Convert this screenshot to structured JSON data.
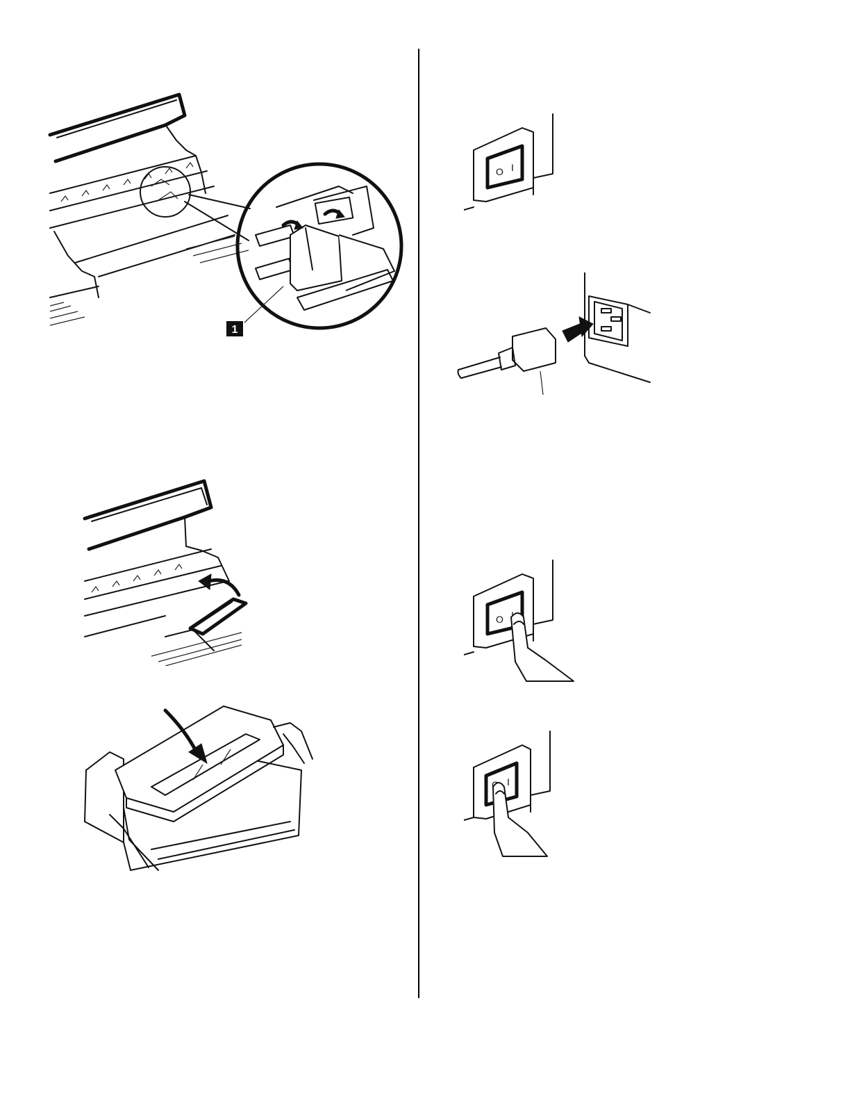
{
  "figures": {
    "ribbon_install": {
      "callout": "1"
    },
    "switch_off": {
      "off_symbol": "O",
      "on_symbol": "I"
    },
    "power_cord": {},
    "ribbon_seat": {},
    "cover_close": {},
    "switch_press_on": {
      "off_symbol": "O",
      "on_symbol": "I"
    },
    "switch_press_off": {
      "off_symbol": "O",
      "on_symbol": "I"
    }
  },
  "colors": {
    "ink": "#111111",
    "paper": "#ffffff"
  }
}
